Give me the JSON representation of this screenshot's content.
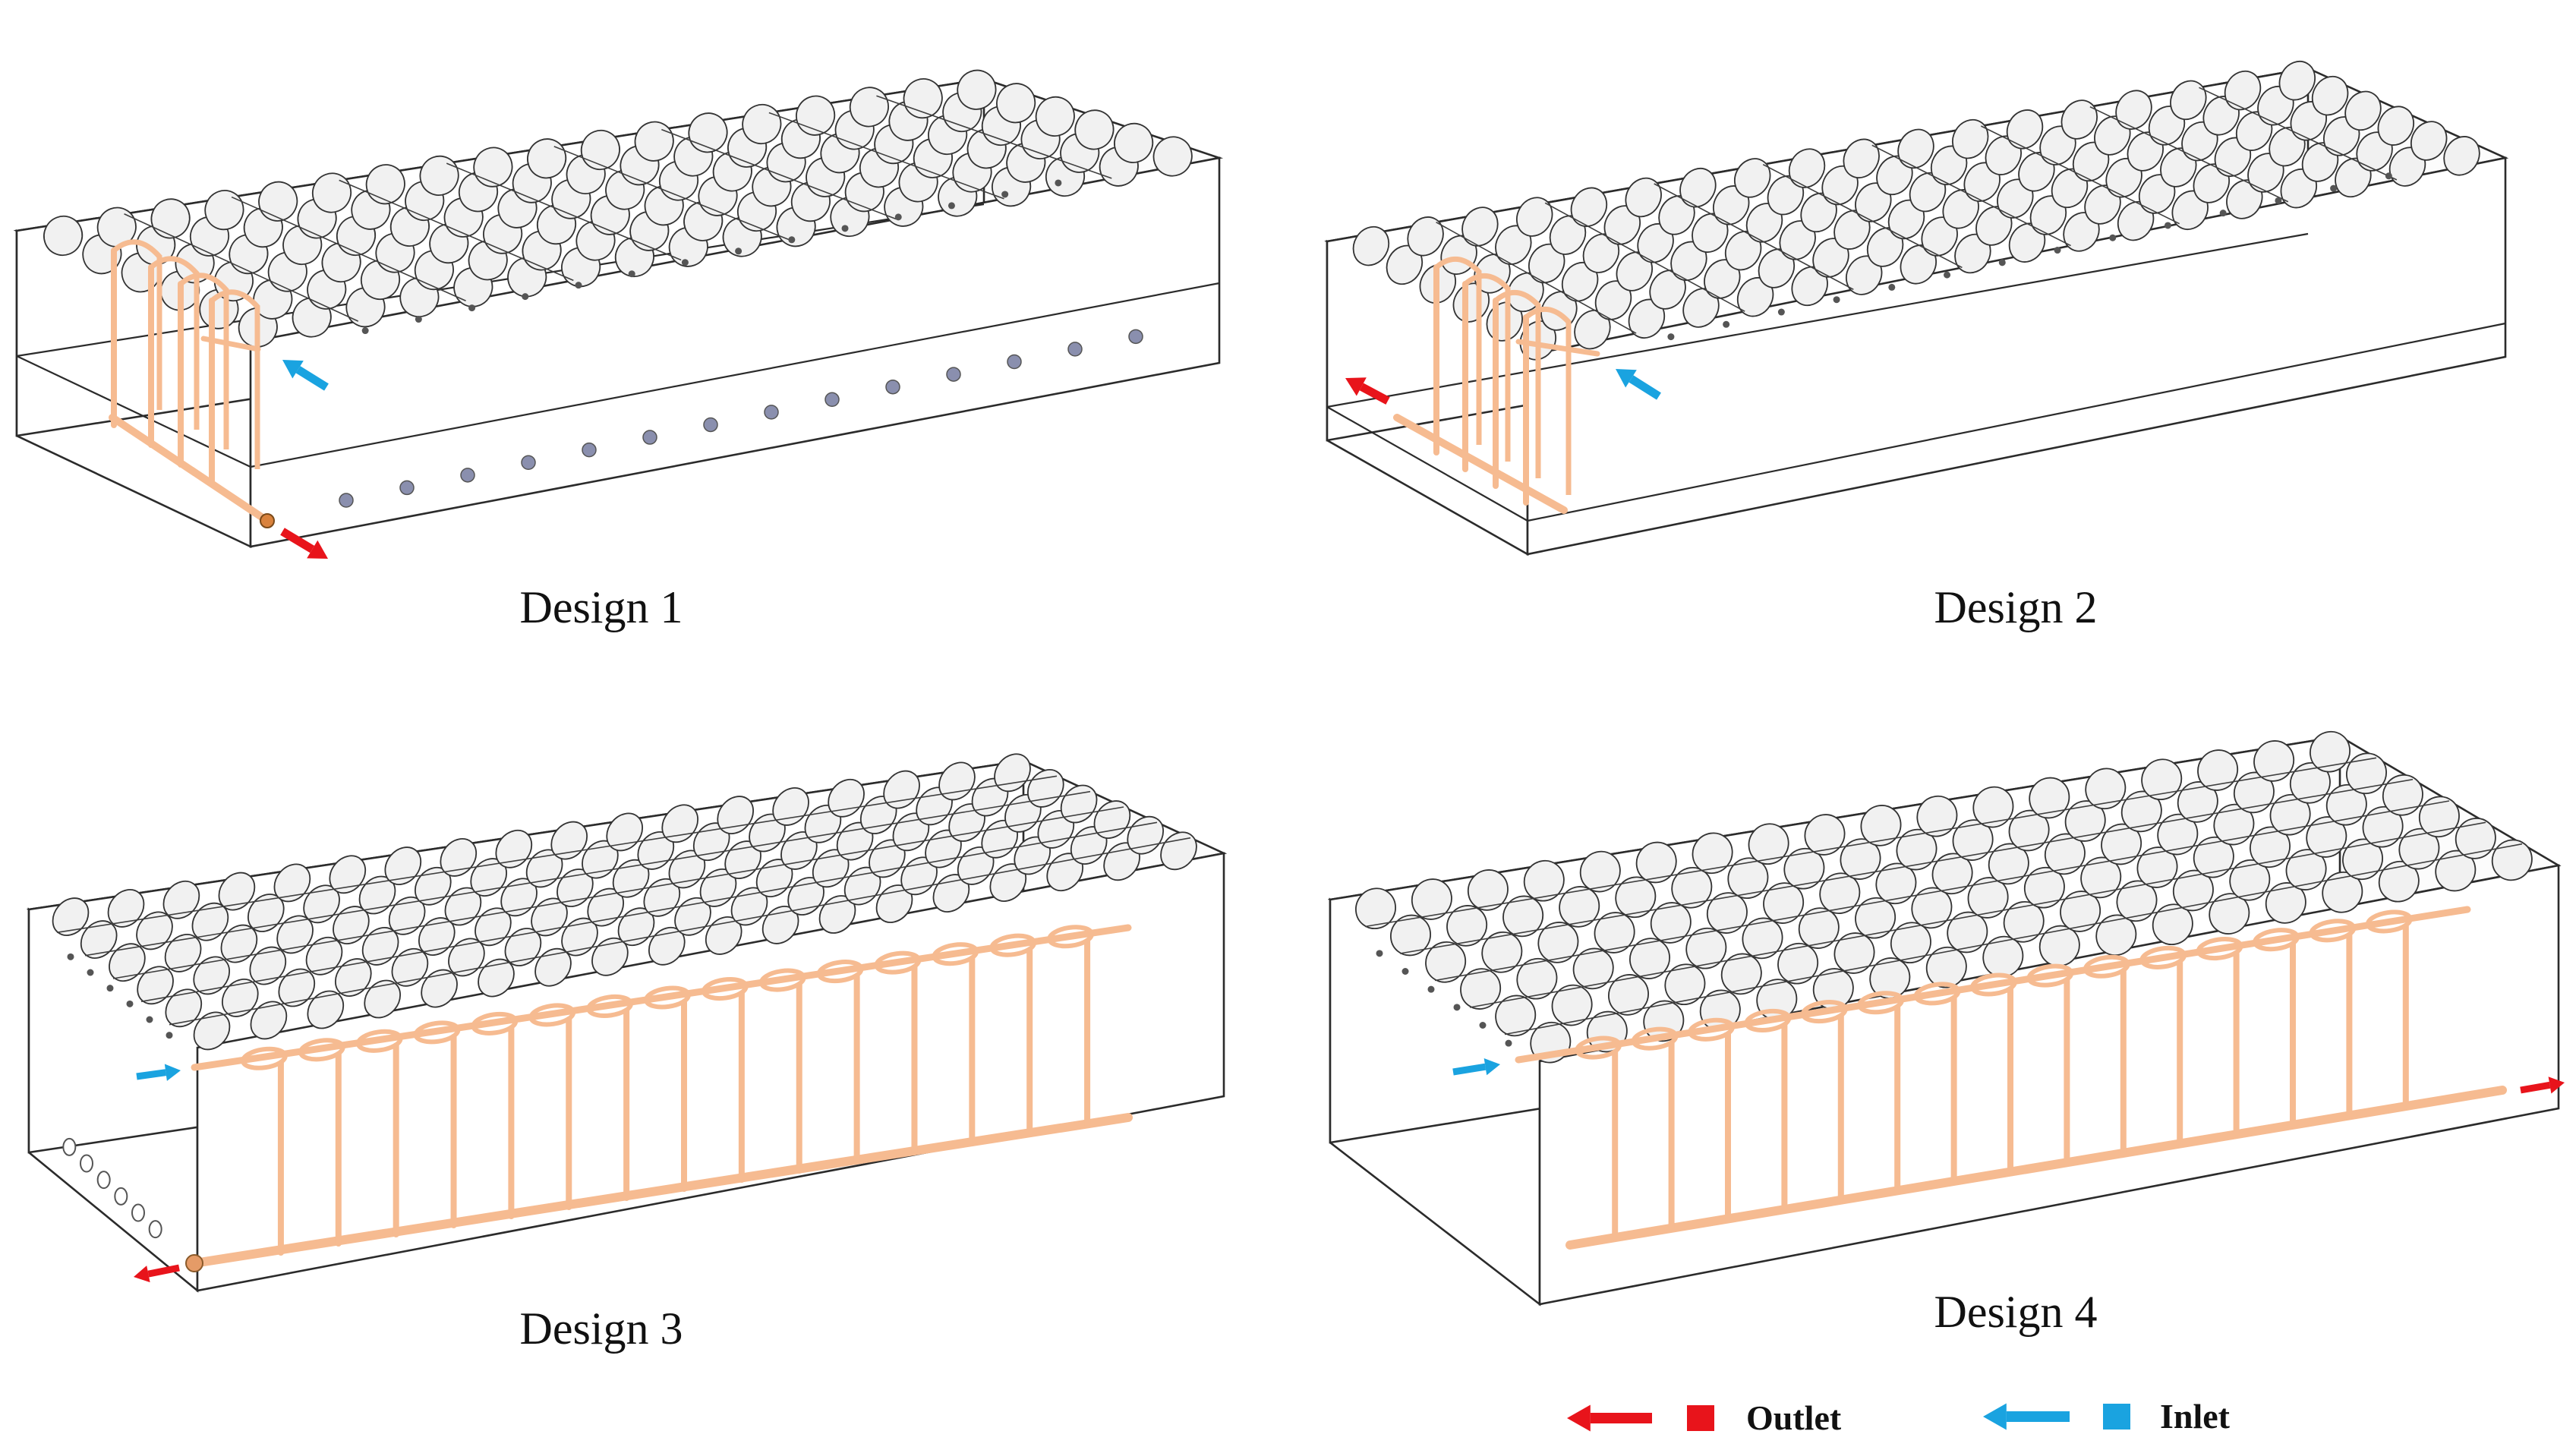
{
  "designs": [
    {
      "label": "Design 1"
    },
    {
      "label": "Design 2"
    },
    {
      "label": "Design 3"
    },
    {
      "label": "Design 4"
    }
  ],
  "legend": {
    "outlet_label": "Outlet",
    "inlet_label": "Inlet"
  },
  "colors": {
    "outlet": "#e8141b",
    "inlet": "#1aa3e0",
    "pipe": "#f6bb91",
    "line": "#2b2b2b",
    "hole": "#8a8fae"
  }
}
